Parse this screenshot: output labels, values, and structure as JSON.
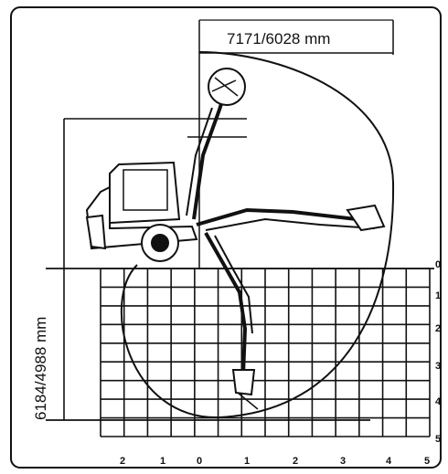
{
  "diagram": {
    "reach_label": "7171/6028 mm",
    "depth_label": "6184/4988 mm",
    "x_ticks": [
      "2",
      "1",
      "0",
      "1",
      "2",
      "3",
      "4",
      "5"
    ],
    "y_ticks": [
      "0",
      "1",
      "2",
      "3",
      "4",
      "5"
    ],
    "colors": {
      "ink": "#111111",
      "paper": "#ffffff"
    }
  }
}
